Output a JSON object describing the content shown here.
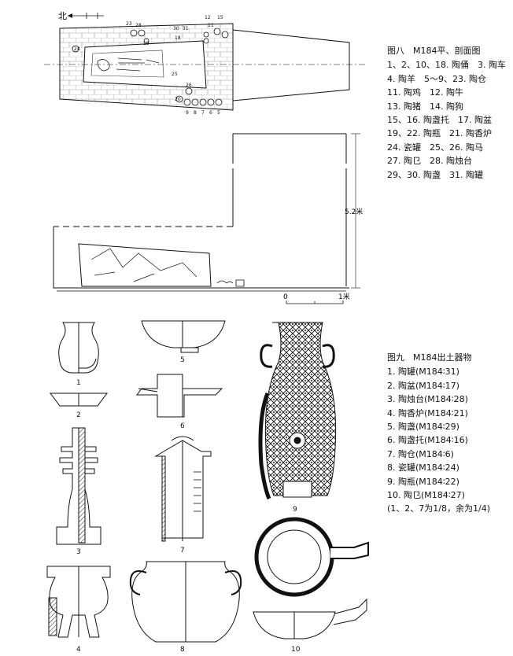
{
  "figure8": {
    "north_label": "北",
    "caption_title": "图八　M184平、剖面图",
    "caption_lines": [
      "1、2、10、18. 陶俑　3. 陶车",
      "4. 陶羊　5～9、23. 陶仓",
      "11. 陶鸡　12. 陶牛",
      "13. 陶猪　14. 陶狗",
      "15、16. 陶盏托　17. 陶盆",
      "19、22. 陶瓶　21. 陶香炉",
      "24. 瓷罐　25、26. 陶马",
      "27. 陶㔾　28. 陶烛台",
      "29、30. 陶盏　31. 陶罐"
    ],
    "depth_label": "5.2米",
    "scale_start": "0",
    "scale_end": "1米",
    "plan_numbers": [
      "23",
      "12",
      "15",
      "11",
      "30",
      "31",
      "18",
      "28",
      "24",
      "25",
      "20",
      "26",
      "19",
      "9",
      "8",
      "7",
      "6",
      "5"
    ]
  },
  "figure9": {
    "caption_title": "图九　M184出土器物",
    "caption_lines": [
      "1. 陶罐(M184∶31)",
      "2. 陶盆(M184∶17)",
      "3. 陶烛台(M184∶28)",
      "4. 陶香炉(M184∶21)",
      "5. 陶盏(M184∶29)",
      "6. 陶盏托(M184∶16)",
      "7. 陶仓(M184∶6)",
      "8. 瓷罐(M184∶24)",
      "9. 陶瓶(M184∶22)",
      "10. 陶㔾(M184∶27)",
      "(1、2、7为1/8，余为1/4)"
    ],
    "item_labels": [
      "1",
      "2",
      "3",
      "4",
      "5",
      "6",
      "7",
      "8",
      "9",
      "10"
    ]
  }
}
